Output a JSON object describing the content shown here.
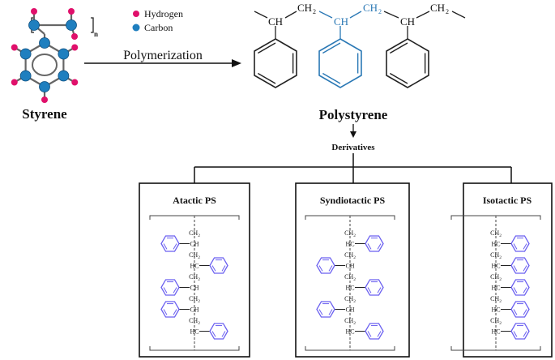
{
  "legend": {
    "hydrogen_label": "Hydrogen",
    "carbon_label": "Carbon",
    "hydrogen_color": "#e0106b",
    "carbon_color": "#1f7fbf"
  },
  "styrene": {
    "name": "Styrene",
    "repeat_subscript": "n"
  },
  "reaction_arrow_label": "Polymerization",
  "polystyrene": {
    "name": "Polystyrene",
    "ch_label": "CH",
    "ch2_label": "CH",
    "ch2_subscript": "2",
    "highlight_color": "#2a78b5"
  },
  "derivatives_label": "Derivatives",
  "panels": {
    "atactic": {
      "title": "Atactic PS"
    },
    "syndiotactic": {
      "title": "Syndiotactic PS"
    },
    "isotactic": {
      "title": "Isotactic PS"
    }
  },
  "chain": {
    "ch2_label": "CH",
    "ch2_subscript": "2",
    "ch_label": "CH",
    "hc_label": "HC",
    "ring_color": "#6a5ff0"
  }
}
